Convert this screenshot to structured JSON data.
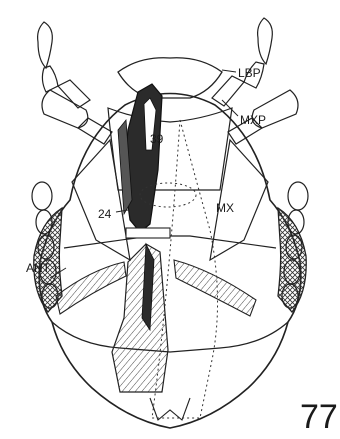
{
  "figure": {
    "plate_number": "77",
    "labels": {
      "lbp": "LBP",
      "mxp": "MXP",
      "mx": "MX",
      "ant": "ANT",
      "n39": "39",
      "n24": "24"
    }
  }
}
